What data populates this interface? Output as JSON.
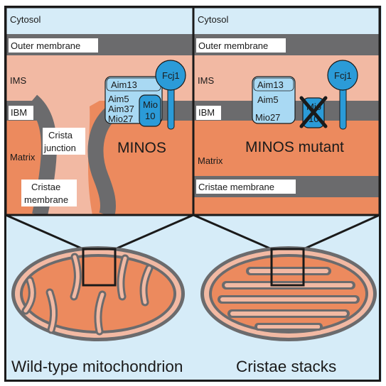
{
  "left_panel": {
    "cytosol": "Cytosol",
    "outer_membrane": "Outer membrane",
    "ims": "IMS",
    "ibm": "IBM",
    "matrix": "Matrix",
    "crista_junction_line1": "Crista",
    "crista_junction_line2": "junction",
    "cristae_membrane_line1": "Cristae",
    "cristae_membrane_line2": "membrane",
    "complex_label": "MINOS",
    "proteins": {
      "aim13": "Aim13",
      "aim5": "Aim5",
      "aim37": "Aim37",
      "mio27": "Mio27",
      "mio10_line1": "Mio",
      "mio10_line2": "10",
      "fcj1": "Fcj1"
    }
  },
  "right_panel": {
    "cytosol": "Cytosol",
    "outer_membrane": "Outer membrane",
    "ims": "IMS",
    "ibm": "IBM",
    "matrix": "Matrix",
    "cristae_membrane": "Cristae membrane",
    "complex_label": "MINOS mutant",
    "proteins": {
      "aim13": "Aim13",
      "aim5": "Aim5",
      "mio27": "Mio27",
      "mio10_line1": "Mio",
      "mio10_line2": "10",
      "fcj1": "Fcj1"
    }
  },
  "bottom": {
    "left_caption": "Wild-type mitochondrion",
    "right_caption": "Cristae stacks"
  },
  "colors": {
    "background": "#d6ecf8",
    "cytosol": "#d6ecf8",
    "membrane": "#6b6b6d",
    "ims": "#f2b9a3",
    "matrix": "#ec8a5e",
    "protein_light": "#a9d9f3",
    "protein_dark": "#2b9bd8",
    "outline": "#1a1a1a"
  }
}
